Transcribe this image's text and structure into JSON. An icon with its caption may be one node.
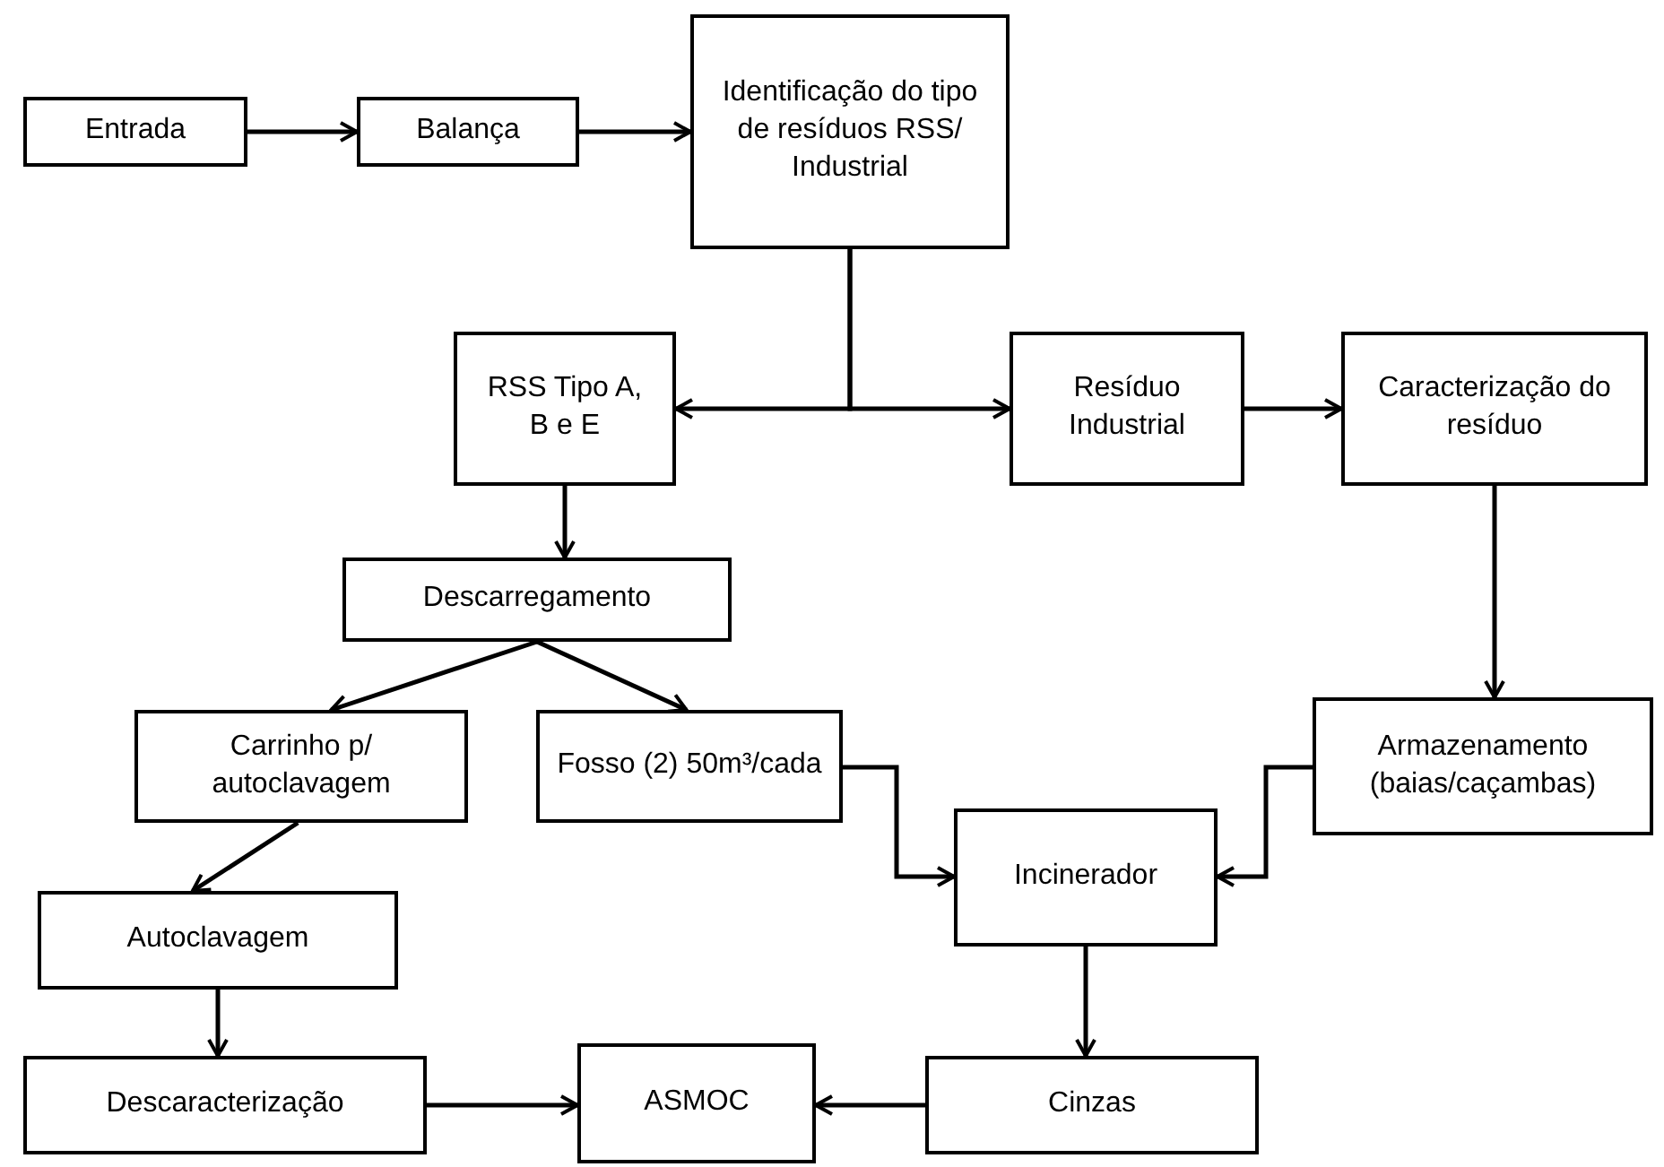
{
  "diagram": {
    "nodes": [
      {
        "text": [
          "Entrada"
        ]
      },
      {
        "text": [
          "Balança"
        ]
      },
      {
        "text": [
          "Identificação do tipo de resíduos RSS/ Industrial"
        ]
      },
      {
        "text": [
          "RSS Tipo A, B e E"
        ]
      },
      {
        "text": [
          "Resíduo Industrial"
        ]
      },
      {
        "text": [
          "Caracterização do resíduo"
        ]
      },
      {
        "text": [
          "Descarregamento"
        ]
      },
      {
        "text": [
          "Carrinho p/ autoclavagem"
        ]
      },
      {
        "text": [
          "Fosso (2) 50m³/cada"
        ]
      },
      {
        "text": [
          "Armazenamento (baias/caçambas)"
        ]
      },
      {
        "text": [
          "Incinerador"
        ]
      },
      {
        "text": [
          "Autoclavagem"
        ]
      },
      {
        "text": [
          "Descaracterização"
        ]
      },
      {
        "text": [
          "ASMOC"
        ]
      },
      {
        "text": [
          "Cinzas"
        ]
      }
    ],
    "edges": [
      {
        "from": 0,
        "to": 1,
        "arrow": "to"
      },
      {
        "from": 1,
        "to": 2,
        "arrow": "to"
      },
      {
        "from": 2,
        "to": 3,
        "arrow": "to"
      },
      {
        "from": 2,
        "to": 4,
        "arrow": "to"
      },
      {
        "from": 4,
        "to": 5,
        "arrow": "to"
      },
      {
        "from": 5,
        "to": 9,
        "arrow": "to"
      },
      {
        "from": 3,
        "to": 6,
        "arrow": "to"
      },
      {
        "from": 6,
        "to": 7,
        "arrow": "to"
      },
      {
        "from": 6,
        "to": 8,
        "arrow": "to"
      },
      {
        "from": 7,
        "to": 11,
        "arrow": "to"
      },
      {
        "from": 8,
        "to": 10,
        "arrow": "to"
      },
      {
        "from": 9,
        "to": 10,
        "arrow": "to"
      },
      {
        "from": 10,
        "to": 14,
        "arrow": "to"
      },
      {
        "from": 11,
        "to": 12,
        "arrow": "to"
      },
      {
        "from": 12,
        "to": 13,
        "arrow": "to"
      },
      {
        "from": 14,
        "to": 13,
        "arrow": "to"
      }
    ]
  }
}
